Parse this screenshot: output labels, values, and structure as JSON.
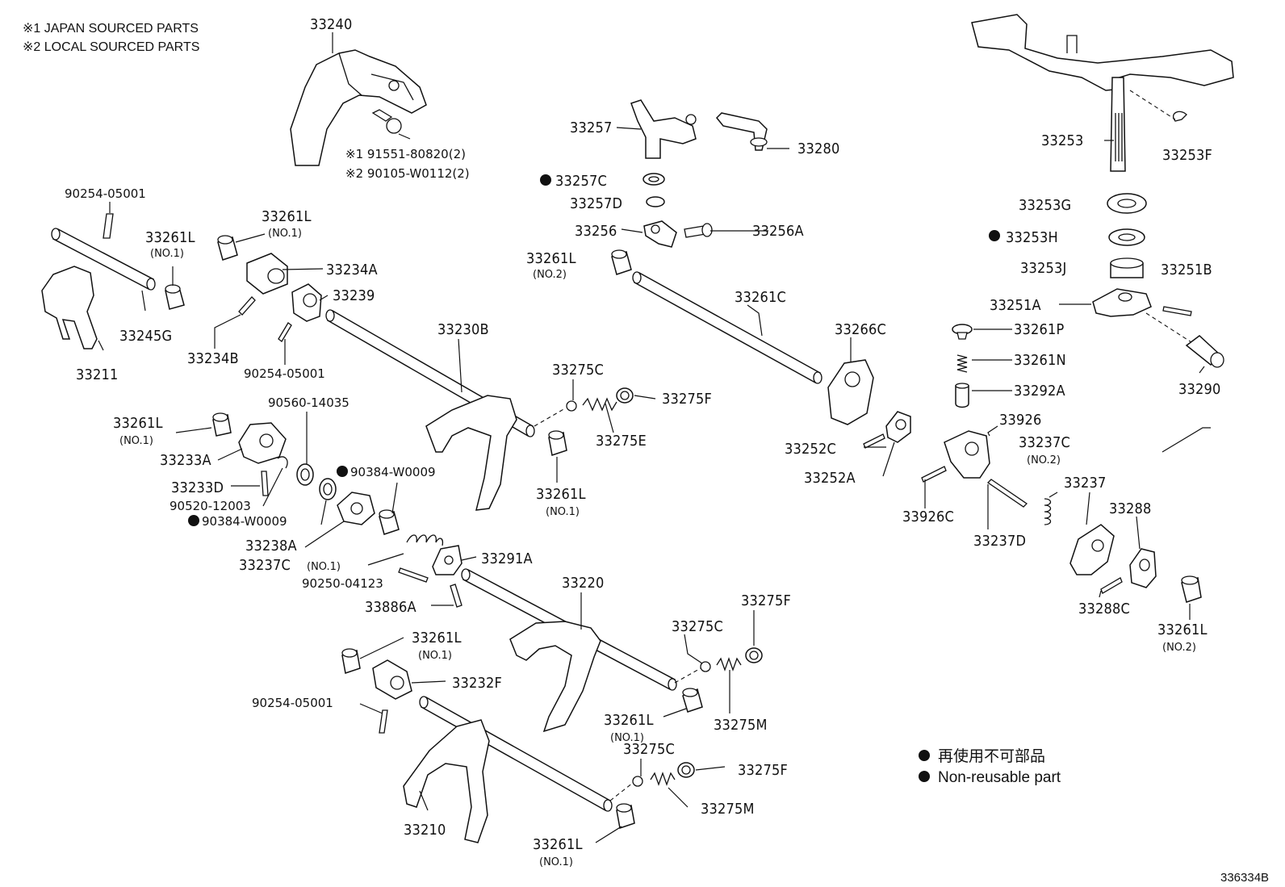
{
  "notes": [
    "※1 JAPAN SOURCED PARTS",
    "※2 LOCAL SOURCED PARTS"
  ],
  "legend": {
    "item1": "再使用不可部品",
    "item2": "Non-reusable part"
  },
  "ref_code": "336334B",
  "labels": {
    "p33240": "33240",
    "p91551": "※1 91551-80820(2)",
    "p90105": "※2 90105-W0112(2)",
    "p90254a": "90254-05001",
    "p33261L_a": "33261L",
    "p33261L_a_sub": "(NO.1)",
    "p33261L_b": "33261L",
    "p33261L_b_sub": "(NO.1)",
    "p33234A": "33234A",
    "p33239": "33239",
    "p33245G": "33245G",
    "p33211": "33211",
    "p33234B": "33234B",
    "p90254b": "90254-05001",
    "p33230B": "33230B",
    "p33257": "33257",
    "p33280": "33280",
    "p33257C": "33257C",
    "p33257D": "33257D",
    "p33256": "33256",
    "p33256A": "33256A",
    "p33261L_c": "33261L",
    "p33261L_c_sub": "(NO.2)",
    "p33261C": "33261C",
    "p33253": "33253",
    "p33253F": "33253F",
    "p33253G": "33253G",
    "p33253H": "33253H",
    "p33253J": "33253J",
    "p33251B": "33251B",
    "p33251A": "33251A",
    "p33261P": "33261P",
    "p33261N": "33261N",
    "p33292A": "33292A",
    "p33290": "33290",
    "p33266C": "33266C",
    "p33275C_a": "33275C",
    "p33275F_a": "33275F",
    "p33275E": "33275E",
    "p33261L_d": "33261L",
    "p33261L_d_sub": "(NO.1)",
    "p90560": "90560-14035",
    "p33261L_e": "33261L",
    "p33261L_e_sub": "(NO.1)",
    "p33233A": "33233A",
    "p33233D": "33233D",
    "p90520": "90520-12003",
    "p90384a": "90384-W0009",
    "p90384b": "90384-W0009",
    "p33238A": "33238A",
    "p33237C_a": "33237C",
    "p33237C_a_sub": "(NO.1)",
    "p90250": "90250-04123",
    "p33291A": "33291A",
    "p33886A": "33886A",
    "p33220": "33220",
    "p33252C": "33252C",
    "p33252A": "33252A",
    "p33926": "33926",
    "p33237C_b": "33237C",
    "p33237C_b_sub": "(NO.2)",
    "p33926C": "33926C",
    "p33237D": "33237D",
    "p33237": "33237",
    "p33288": "33288",
    "p33288C": "33288C",
    "p33261L_f": "33261L",
    "p33261L_f_sub": "(NO.2)",
    "p33261L_g": "33261L",
    "p33261L_g_sub": "(NO.1)",
    "p33232F": "33232F",
    "p90254c": "90254-05001",
    "p33275F_b": "33275F",
    "p33275C_b": "33275C",
    "p33261L_h": "33261L",
    "p33261L_h_sub": "(NO.1)",
    "p33275M_a": "33275M",
    "p33275C_c": "33275C",
    "p33275F_c": "33275F",
    "p33275M_b": "33275M",
    "p33210": "33210",
    "p33261L_i": "33261L",
    "p33261L_i_sub": "(NO.1)"
  }
}
